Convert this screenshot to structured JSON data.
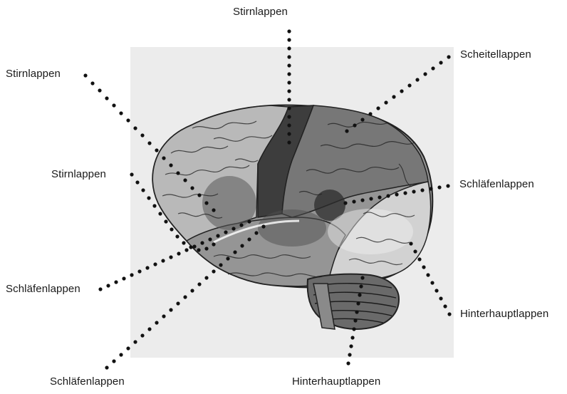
{
  "labels": {
    "top_center": "Stirnlappen",
    "upper_left": "Stirnlappen",
    "middle_left": "Stirnlappen",
    "upper_right": "Scheitellappen",
    "middle_right": "Schläfenlappen",
    "lower_left": "Schläfenlappen",
    "bottom_left": "Schläfenlappen",
    "bottom_center": "Hinterhauptlappen",
    "lower_right": "Hinterhauptlappen"
  },
  "colors": {
    "panel": "#ececec",
    "frontal_lobe": "#b9b9b9",
    "motor_strip": "#3d3d3d",
    "parietal_lobe": "#777777",
    "occipital_lobe": "#d2d2d2",
    "temporal_lobe": "#959595",
    "cerebellum": "#6a6a6a",
    "dots": "#111111"
  }
}
